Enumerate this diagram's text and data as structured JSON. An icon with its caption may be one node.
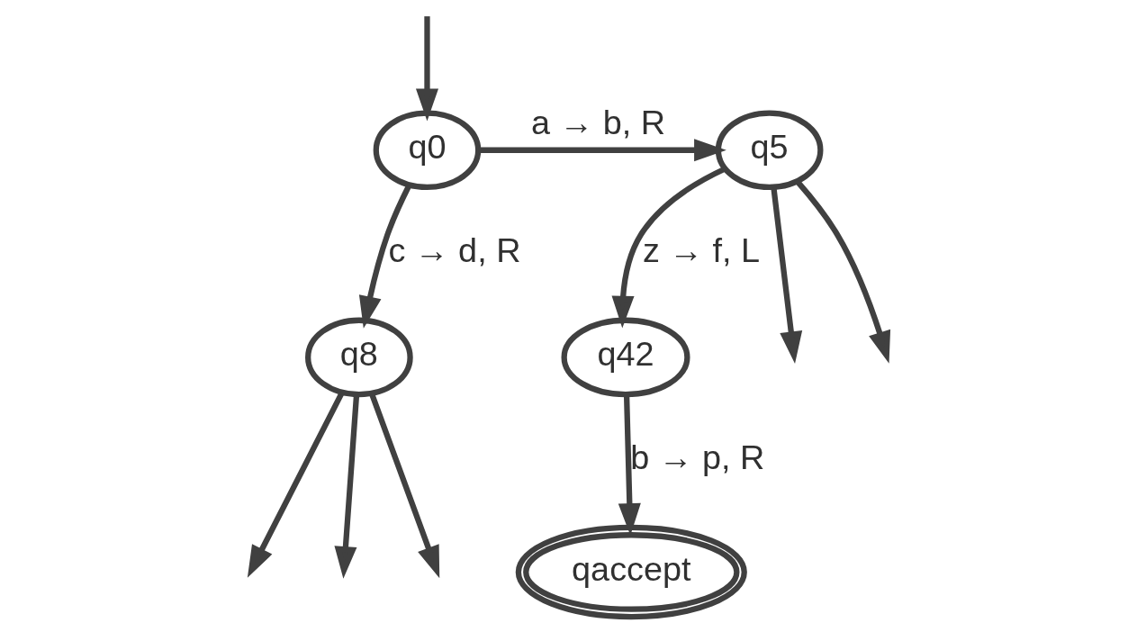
{
  "diagram": {
    "nodes": [
      {
        "text": [
          "q0"
        ]
      },
      {
        "text": [
          "q5"
        ]
      },
      {
        "text": [
          "q42"
        ]
      },
      {
        "text": [
          "q8"
        ]
      },
      {
        "text": [
          "qaccept"
        ]
      }
    ],
    "edges": [
      {
        "from": null,
        "to": 0,
        "arrow": "to"
      },
      {
        "from": 0,
        "to": 1,
        "arrow": "to",
        "label": "a → b, R"
      },
      {
        "from": 1,
        "to": null,
        "arrow": "to"
      },
      {
        "from": 1,
        "to": null,
        "arrow": "to"
      },
      {
        "from": 1,
        "to": 2,
        "arrow": "to",
        "label": "z → f, L"
      },
      {
        "from": 0,
        "to": 3,
        "arrow": "to",
        "label": "c → d, R"
      },
      {
        "from": 2,
        "to": 4,
        "arrow": "to",
        "label": "b → p, R"
      },
      {
        "from": 3,
        "to": null,
        "arrow": "to"
      },
      {
        "from": 3,
        "to": null,
        "arrow": "to"
      },
      {
        "from": 3,
        "to": null,
        "arrow": "to"
      }
    ]
  }
}
